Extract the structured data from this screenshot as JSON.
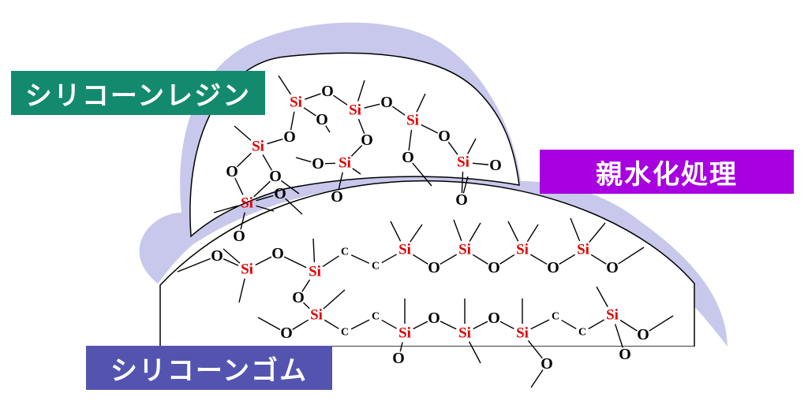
{
  "labels": {
    "silicone_resin": "シリコーンレジン",
    "hydrophilic_treatment": "親水化処理",
    "silicone_rubber": "シリコーンゴム"
  },
  "colors": {
    "resin_box": "#138a6e",
    "hydro_box": "#a800e0",
    "rubber_box": "#5454b0",
    "halo": "#c8c8ec",
    "si_text": "#e00000",
    "o_text": "#000000",
    "bond": "#000000"
  },
  "atoms": {
    "si": "Si",
    "o": "O",
    "c": "C"
  }
}
